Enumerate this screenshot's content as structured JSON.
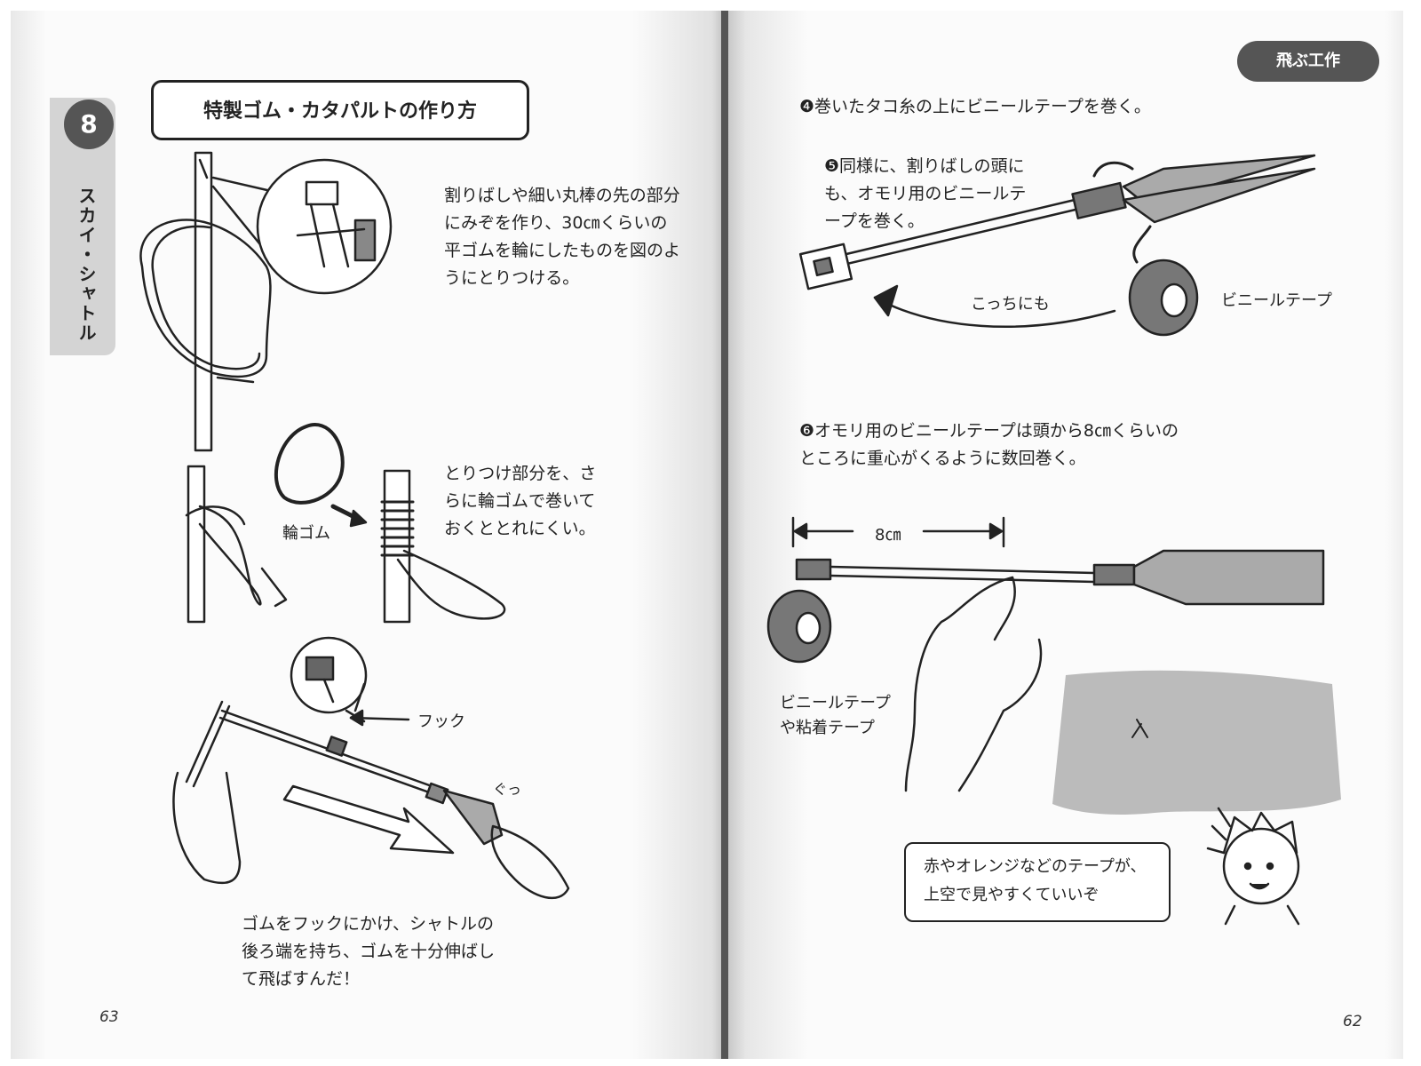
{
  "left_page": {
    "chapter_number": "8",
    "chapter_title": "スカイ・シャトル",
    "title": "特製ゴム・カタパルトの作り方",
    "text1": "割りばしや細い丸棒の先の部分\nにみぞを作り、30㎝くらいの\n平ゴムを輪にしたものを図のよ\nうにとりつける。",
    "text2": "とりつけ部分を、さ\nらに輪ゴムで巻いて\nおくととれにくい。",
    "label_wagomu": "輪ゴム",
    "label_hook": "フック",
    "label_sfx": "ぐっ",
    "caption": "ゴムをフックにかけ、シャトルの\n後ろ端を持ち、ゴムを十分伸ばし\nて飛ばすんだ！",
    "page_number": "63"
  },
  "right_page": {
    "section_badge": "飛ぶ工作",
    "step4": "❹巻いたタコ糸の上にビニールテープを巻く。",
    "step5": "❺同様に、割りばしの頭に\nも、オモリ用のビニールテ\nープを巻く。",
    "label_kocchi": "こっちにも",
    "label_tape": "ビニールテープ",
    "step6": "❻オモリ用のビニールテープは頭から8㎝くらいの\nところに重心がくるように数回巻く。",
    "label_8cm": "8㎝",
    "label_tape2": "ビニールテープ\nや粘着テープ",
    "note": "赤やオレンジなどのテープが、\n上空で見やすくていいぞ",
    "page_number": "62"
  },
  "colors": {
    "ink": "#222222",
    "tape_gray": "#777777",
    "fin_gray": "#aaaaaa",
    "tab_gray": "#d4d4d4"
  }
}
